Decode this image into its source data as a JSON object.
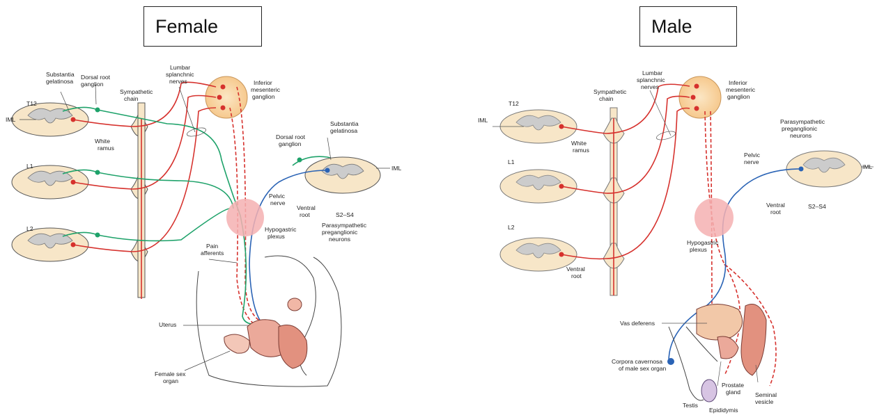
{
  "titles": {
    "female": "Female",
    "male": "Male"
  },
  "colors": {
    "sympathetic": "#d6312d",
    "pain": "#1ea26a",
    "parasympathetic": "#2a63b5",
    "tissue": "#f7e6c8",
    "plexus": "#f4b0b2"
  },
  "female": {
    "labels": {
      "substantia_gelatinosa": [
        "Substantia",
        "gelatinosa"
      ],
      "dorsal_root_ganglion": [
        "Dorsal root",
        "ganglion"
      ],
      "sympathetic_chain": [
        "Sympathetic",
        "chain"
      ],
      "lumbar_splanchnic": [
        "Lumbar",
        "splanchnic",
        "nerves"
      ],
      "inferior_mesenteric": [
        "Inferior",
        "mesenteric",
        "ganglion"
      ],
      "t12": "T12",
      "iml": "IML",
      "white_ramus": [
        "White",
        "ramus"
      ],
      "l1": "L1",
      "l2": "L2",
      "dorsal_root_ganglion_right": [
        "Dorsal root",
        "ganglion"
      ],
      "substantia_gelatinosa_right": [
        "Substantia",
        "gelatinosa"
      ],
      "iml_right": "IML",
      "pelvic_nerve": [
        "Pelvic",
        "nerve"
      ],
      "ventral_root": [
        "Ventral",
        "root"
      ],
      "s2_s4": "S2–S4",
      "hypogastric_plexus": [
        "Hypogastric",
        "plexus"
      ],
      "parasympathetic_preganglionic": [
        "Parasympathetic",
        "preganglionic",
        "neurons"
      ],
      "pain_afferents": [
        "Pain",
        "afferents"
      ],
      "uterus": "Uterus",
      "female_sex_organ": [
        "Female sex",
        "organ"
      ]
    }
  },
  "male": {
    "labels": {
      "lumbar_splanchnic": [
        "Lumbar",
        "splanchnic",
        "nerves"
      ],
      "inferior_mesenteric": [
        "Inferior",
        "mesenteric",
        "ganglion"
      ],
      "sympathetic_chain": [
        "Sympathetic",
        "chain"
      ],
      "t12": "T12",
      "iml": "IML",
      "white_ramus": [
        "White",
        "ramus"
      ],
      "l1": "L1",
      "l2": "L2",
      "ventral_root_left": [
        "Ventral",
        "root"
      ],
      "parasympathetic_preganglionic": [
        "Parasympathetic",
        "preganglionic",
        "neurons"
      ],
      "pelvic_nerve": [
        "Pelvic",
        "nerve"
      ],
      "iml_right": "IML",
      "ventral_root_right": [
        "Ventral",
        "root"
      ],
      "s2_s4": "S2–S4",
      "hypogastric_plexus": [
        "Hypogastric",
        "plexus"
      ],
      "vas_deferens": "Vas deferens",
      "corpora_cavernosa": [
        "Corpora cavernosa",
        "of male sex organ"
      ],
      "prostate_gland": [
        "Prostate",
        "gland"
      ],
      "seminal_vesicle": [
        "Seminal",
        "vesicle"
      ],
      "testis": "Testis",
      "epididymis": "Epididymis"
    }
  }
}
